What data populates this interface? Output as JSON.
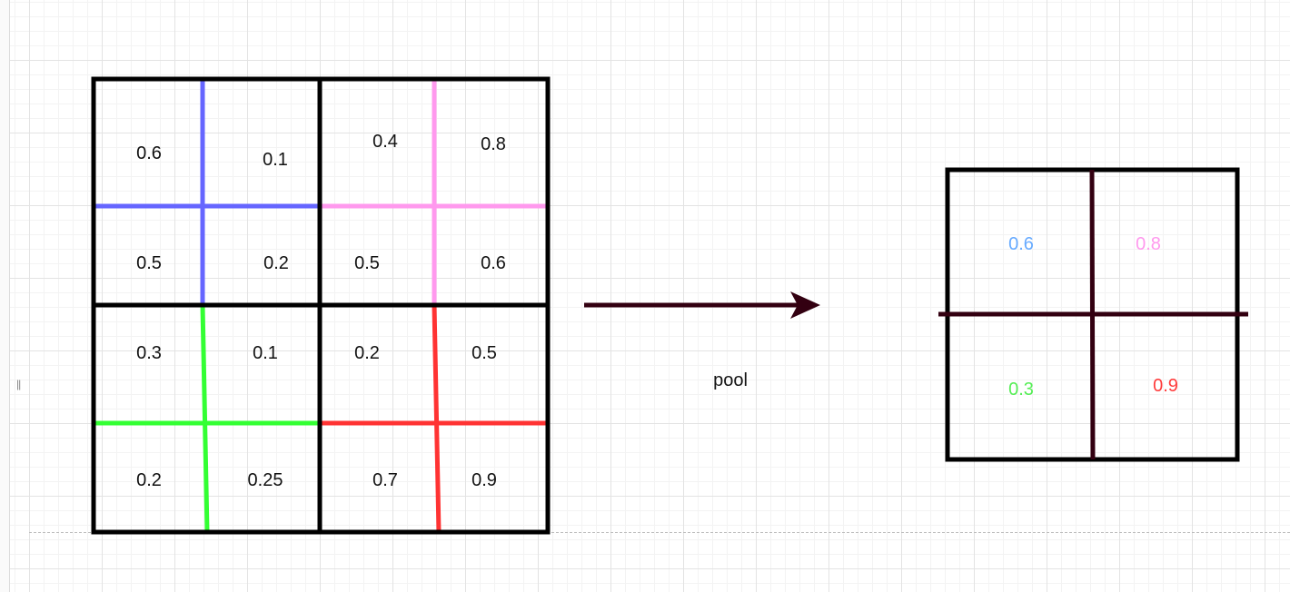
{
  "input_grid": {
    "rows": [
      [
        "0.6",
        "0.1",
        "0.4",
        "0.8"
      ],
      [
        "0.5",
        "0.2",
        "0.5",
        "0.6"
      ],
      [
        "0.3",
        "0.1",
        "0.2",
        "0.5"
      ],
      [
        "0.2",
        "0.25",
        "0.7",
        "0.9"
      ]
    ]
  },
  "arrow_label": "pool",
  "output_grid": {
    "cells": [
      {
        "value": "0.6",
        "color": "#66aaff"
      },
      {
        "value": "0.8",
        "color": "#ff99ee"
      },
      {
        "value": "0.3",
        "color": "#55ee55"
      },
      {
        "value": "0.9",
        "color": "#ff3b3b"
      }
    ]
  },
  "colors": {
    "quadrant_top_left": "#6666ff",
    "quadrant_top_right": "#ff99ee",
    "quadrant_bottom_left": "#33ff33",
    "quadrant_bottom_right": "#ff3333",
    "arrow": "#330011",
    "output_divider": "#330011",
    "border": "#000000"
  }
}
